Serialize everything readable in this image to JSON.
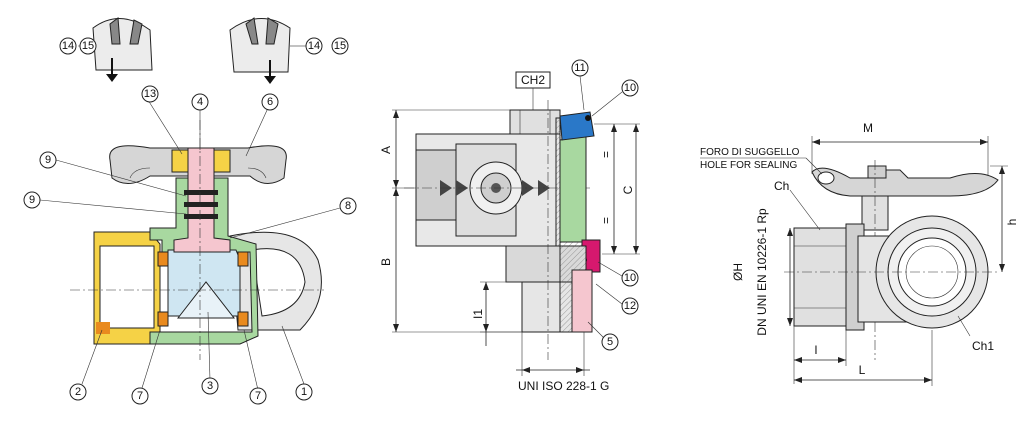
{
  "callouts": {
    "c1": "1",
    "c2": "2",
    "c3": "3",
    "c4": "4",
    "c5": "5",
    "c6": "6",
    "c7a": "7",
    "c7b": "7",
    "c8": "8",
    "c9a": "9",
    "c9b": "9",
    "c10a": "10",
    "c10b": "10",
    "c11": "11",
    "c12": "12",
    "c13": "13",
    "c14a": "14",
    "c15a": "15",
    "c14b": "14",
    "c15b": "15"
  },
  "labels": {
    "ch2": "CH2",
    "A": "A",
    "B": "B",
    "C": "C",
    "I1": "I1",
    "uni_iso": "UNI ISO 228-1 G",
    "M": "M",
    "foro": "FORO DI SUGGELLO",
    "hole": "HOLE FOR SEALING",
    "ch": "Ch",
    "h": "h",
    "oh": "ØH",
    "dn_uni": "DN UNI EN 10226-1 Rp",
    "l_small": "l",
    "L": "L",
    "ch1": "Ch1"
  },
  "colors": {
    "brass": "#f5d246",
    "body_green": "#a8d8a0",
    "stem_pink": "#f5c6cf",
    "ball_blue": "#cfe6f2",
    "seal_orange": "#e98a1e",
    "cap_blue": "#2a78c8",
    "cap_magenta": "#d6186e",
    "metal_grey": "#d9d9d9",
    "dark_grey": "#8a8a8a"
  }
}
